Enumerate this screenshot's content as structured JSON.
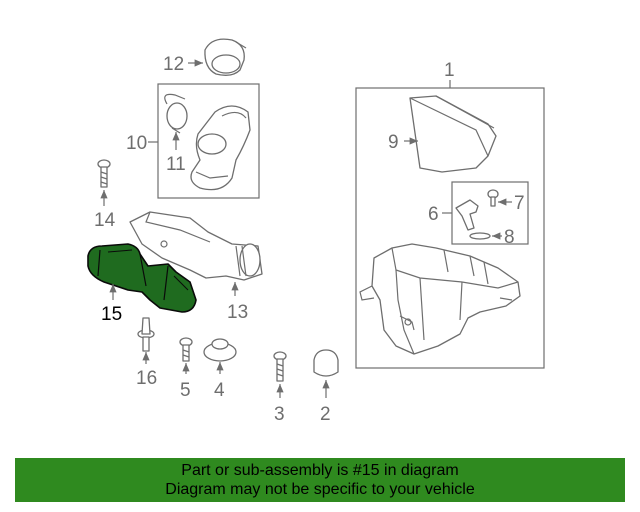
{
  "callouts": [
    "1",
    "2",
    "3",
    "4",
    "5",
    "6",
    "7",
    "8",
    "9",
    "10",
    "11",
    "12",
    "13",
    "14",
    "15",
    "16"
  ],
  "highlight_color": "#2f8a1f",
  "highlighted_part": "15",
  "banner": {
    "line1": "Part or sub-assembly is #15 in diagram",
    "line2": "Diagram may not be specific to your vehicle"
  }
}
